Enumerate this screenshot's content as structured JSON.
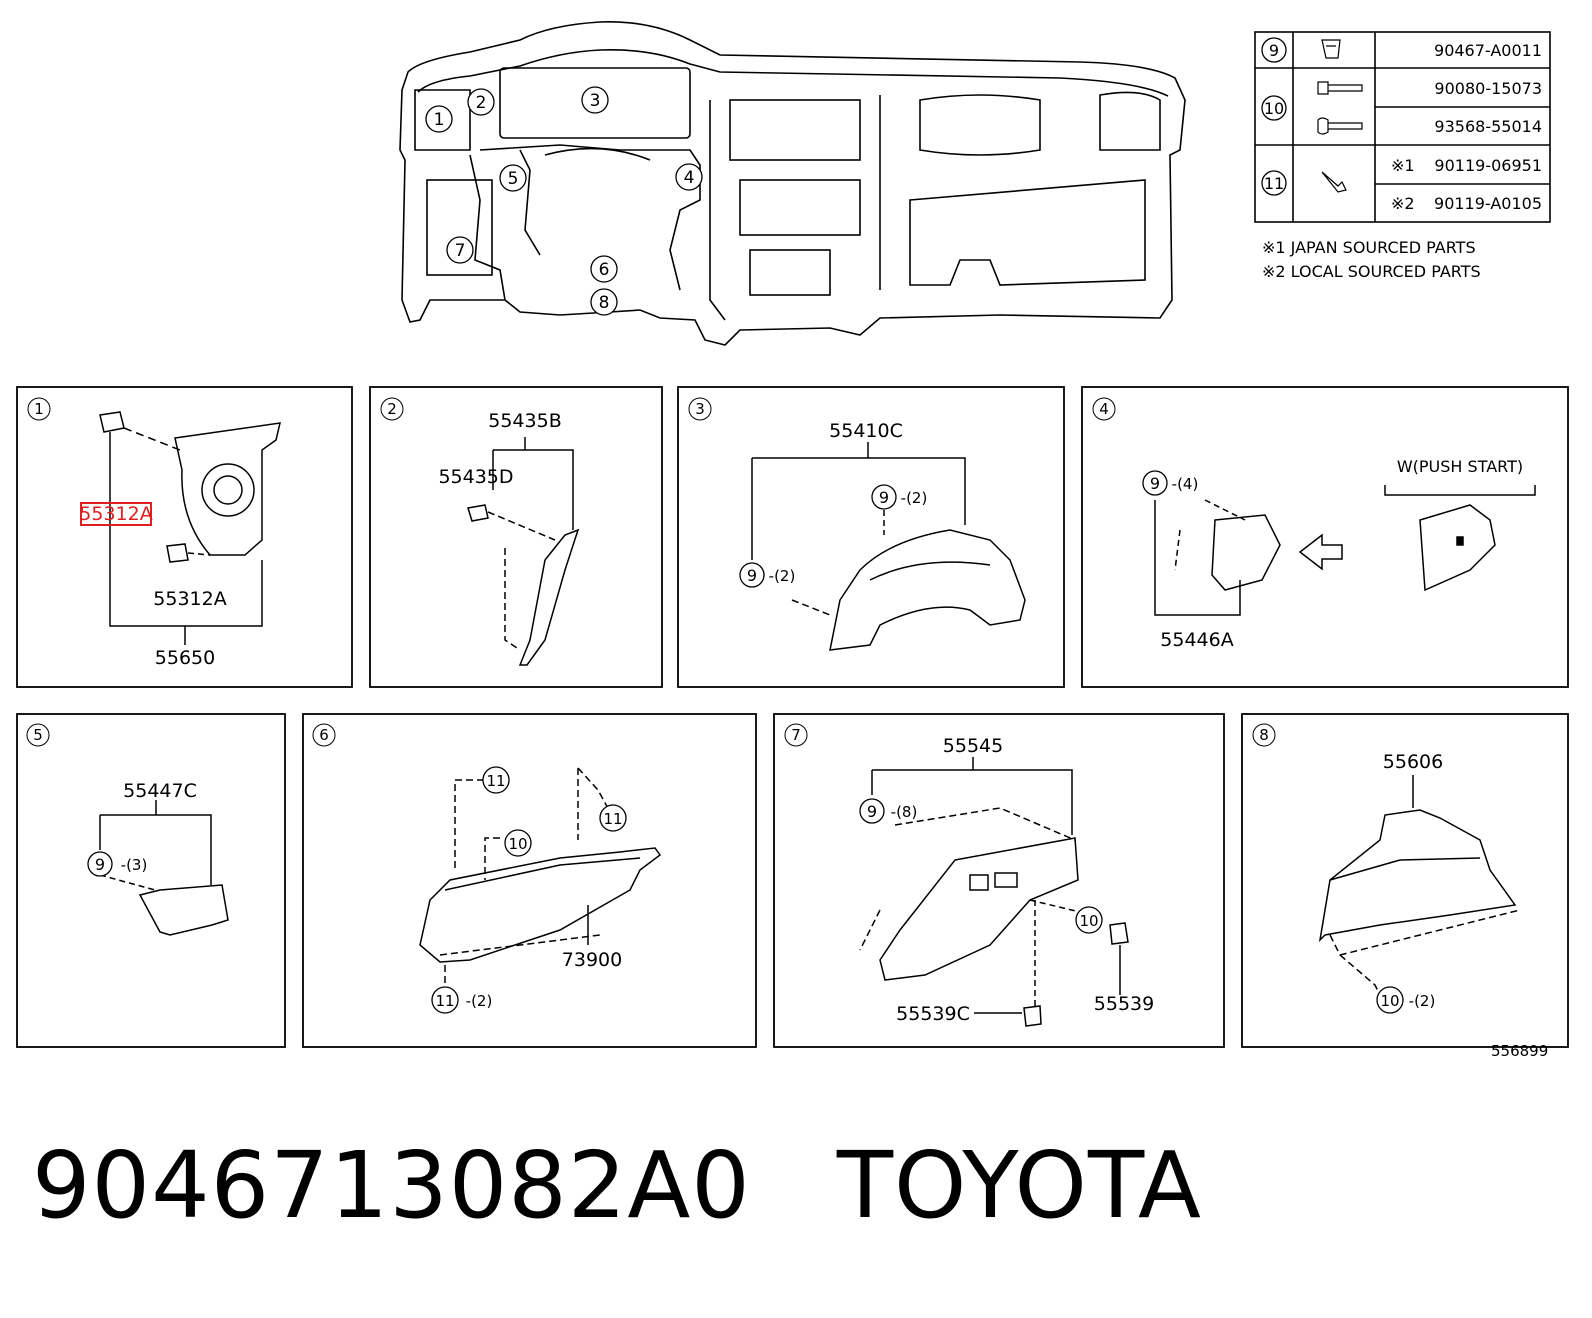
{
  "fastener_table": {
    "rows": [
      {
        "callout": "9",
        "part": "90467-A0011",
        "mark": ""
      },
      {
        "callout": "10",
        "part": "90080-15073",
        "mark": ""
      },
      {
        "callout": "",
        "part": "93568-55014",
        "mark": ""
      },
      {
        "callout": "11",
        "part": "90119-06951",
        "mark": "※1"
      },
      {
        "callout": "",
        "part": "90119-A0105",
        "mark": "※2"
      }
    ],
    "notes": [
      "※1 JAPAN SOURCED PARTS",
      "※2 LOCAL SOURCED PARTS"
    ]
  },
  "overview": {
    "callouts": [
      "1",
      "2",
      "3",
      "4",
      "5",
      "6",
      "7",
      "8"
    ]
  },
  "panels": [
    {
      "id": "1",
      "labels": [
        "55312A",
        "55312A",
        "55650"
      ],
      "highlighted": "55312A"
    },
    {
      "id": "2",
      "labels": [
        "55435B",
        "55435D"
      ]
    },
    {
      "id": "3",
      "labels": [
        "55410C",
        "-(2)",
        "-(2)"
      ]
    },
    {
      "id": "4",
      "labels": [
        "W(PUSH START)",
        "-(4)",
        "55446A"
      ]
    },
    {
      "id": "5",
      "labels": [
        "55447C",
        "-(3)"
      ]
    },
    {
      "id": "6",
      "labels": [
        "73900",
        "-(2)"
      ]
    },
    {
      "id": "7",
      "labels": [
        "55545",
        "-(8)",
        "55539C",
        "55539"
      ]
    },
    {
      "id": "8",
      "labels": [
        "55606",
        "-(2)"
      ]
    }
  ],
  "callout_nums": {
    "n9": "9",
    "n10": "10",
    "n11": "11"
  },
  "reference_code": "556899",
  "title": {
    "part_number": "904671308 2A0",
    "part_number_display": "904671308​2A0",
    "pn": "9046713082A0",
    "brand": "TOYOTA"
  },
  "highlight_color": "#e02020"
}
